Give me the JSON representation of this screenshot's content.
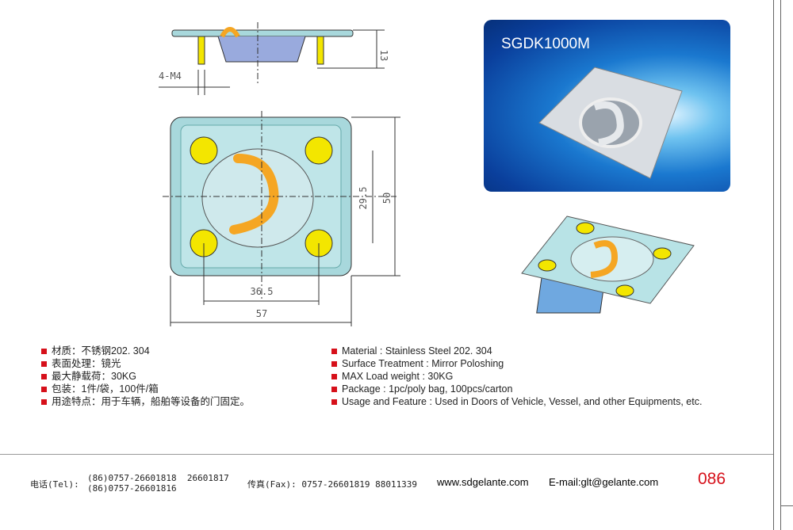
{
  "product": {
    "model": "SGDK1000M"
  },
  "dimensions": {
    "holes": "4-M4",
    "height": "13",
    "width_inner": "36.5",
    "width_outer": "57",
    "depth_inner": "29.5",
    "depth_outer": "50"
  },
  "specs_cn": [
    "材质：不锈钢202. 304",
    "表面处理：镜光",
    "最大静载荷：30KG",
    "包装：1件/袋，100件/箱",
    "用途特点：用于车辆，船舶等设备的门固定。"
  ],
  "specs_en": [
    "Material : Stainless Steel 202. 304",
    "Surface Treatment : Mirror Poloshing",
    "MAX Load weight : 30KG",
    "Package : 1pc/poly bag, 100pcs/carton",
    "Usage and Feature : Used in Doors of Vehicle, Vessel, and other Equipments, etc."
  ],
  "footer": {
    "tel_label": "电话(Tel):",
    "tel_line1": "(86)0757-26601818  26601817",
    "tel_line2": "(86)0757-26601816",
    "fax": "传真(Fax): 0757-26601819 88011339",
    "website": "www.sdgelante.com",
    "email": "E-mail:glt@gelante.com",
    "page_number": "086"
  },
  "colors": {
    "accent": "#d6101a",
    "plate": "#a8d8dc",
    "ring": "#f5a623",
    "screw": "#f3e600"
  }
}
